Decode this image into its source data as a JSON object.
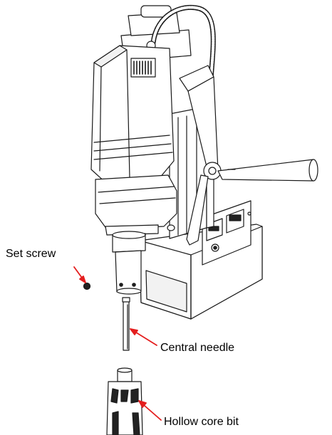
{
  "labels": {
    "set_screw": "Set screw",
    "central_needle": "Central needle",
    "hollow_core_bit": "Hollow core bit"
  },
  "colors": {
    "line": "#1a1a1a",
    "arrow": "#e41e1e",
    "fill": "#ffffff",
    "dark": "#222222"
  }
}
